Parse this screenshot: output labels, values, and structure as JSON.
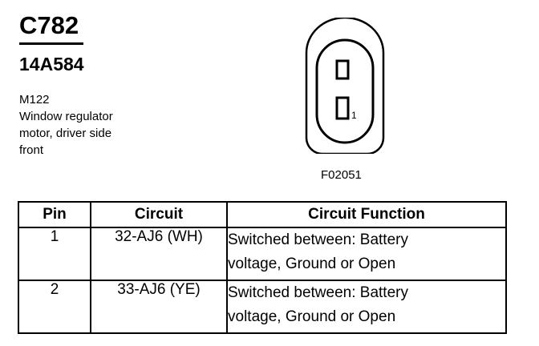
{
  "connector": {
    "code": "C782",
    "part_number": "14A584",
    "description_lines": [
      "M122",
      "Window regulator",
      "motor, driver side",
      "front"
    ],
    "figure_id": "F02051",
    "pin_marker": "1"
  },
  "table": {
    "headers": [
      "Pin",
      "Circuit",
      "Circuit Function"
    ],
    "rows": [
      {
        "pin": "1",
        "circuit": "32-AJ6 (WH)",
        "function_lines": [
          "Switched between: Battery",
          "voltage, Ground or Open"
        ]
      },
      {
        "pin": "2",
        "circuit": "33-AJ6 (YE)",
        "function_lines": [
          "Switched between: Battery",
          "voltage, Ground or Open"
        ]
      }
    ]
  }
}
